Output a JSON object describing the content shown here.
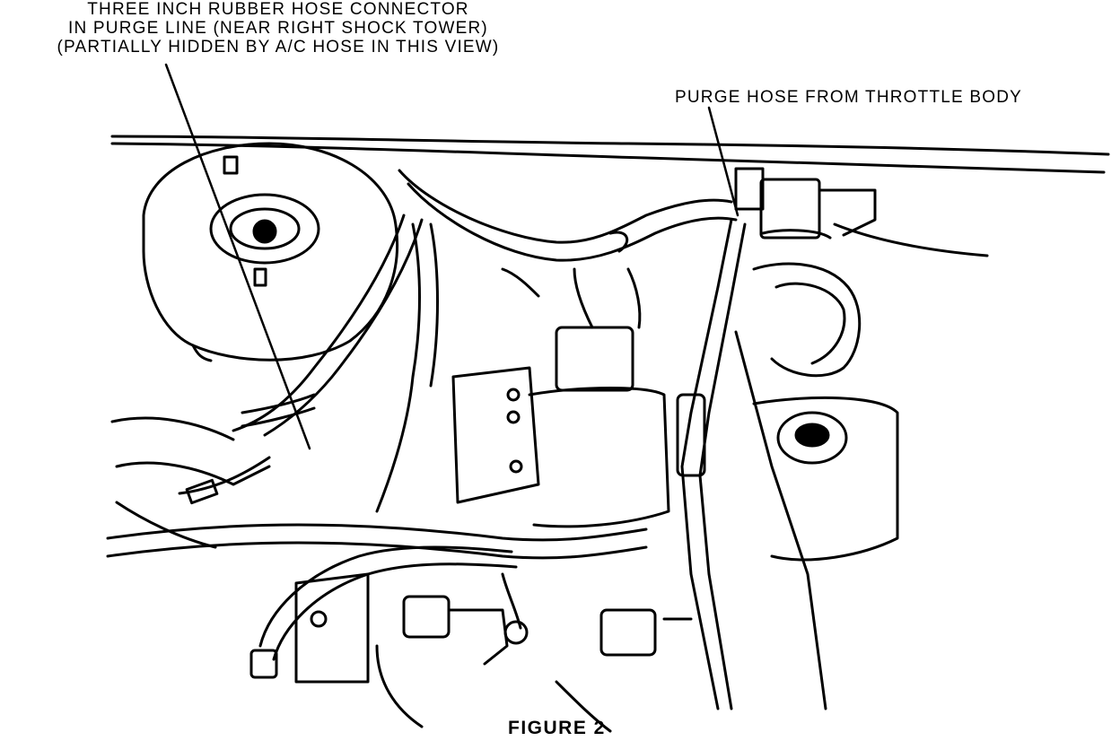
{
  "callouts": {
    "rubber_hose_connector": [
      "THREE INCH RUBBER HOSE CONNECTOR",
      "IN PURGE LINE (NEAR RIGHT SHOCK TOWER)",
      "(PARTIALLY HIDDEN BY A/C HOSE IN THIS VIEW)"
    ],
    "purge_hose": "PURGE HOSE FROM THROTTLE BODY"
  },
  "caption": "FIGURE 2"
}
